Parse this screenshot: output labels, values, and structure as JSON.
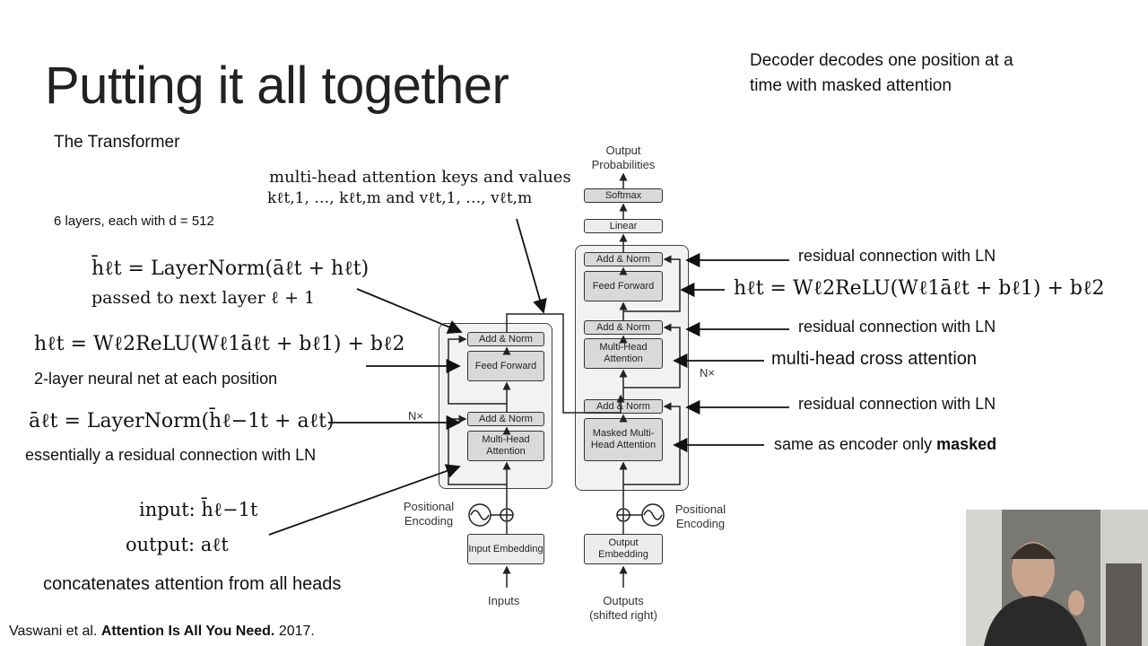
{
  "title": "Putting it all together",
  "subtitle": "The Transformer",
  "layers_note": "6 layers, each with d = 512",
  "decoder_note_line1": "Decoder decodes one position at a",
  "decoder_note_line2": "time with masked attention",
  "keys_values_label": "multi-head attention keys and values",
  "keys_values_math": "kℓt,1, …, kℓt,m and vℓt,1, …, vℓt,m",
  "eq_layernorm_out": "h̄ℓt = LayerNorm(āℓt + hℓt)",
  "eq_layernorm_out_note": "passed to next layer ℓ + 1",
  "eq_ffn_left": "hℓt = Wℓ2ReLU(Wℓ1āℓt + bℓ1) + bℓ2",
  "ffn_note": "2-layer neural net at each position",
  "eq_layernorm_attn": "āℓt = LayerNorm(h̄ℓ−1t + aℓt)",
  "residual_note_left": "essentially a residual connection with LN",
  "io_input": "input:  h̄ℓ−1t",
  "io_output": "output:  aℓt",
  "concat_note": "concatenates attention from all heads",
  "citation_prefix": "Vaswani et al. ",
  "citation_title": "Attention Is All You Need.",
  "citation_year": " 2017.",
  "right_labels": {
    "residual_1": "residual connection with LN",
    "eq_ffn_right": "hℓt = Wℓ2ReLU(Wℓ1āℓt + bℓ1) + bℓ2",
    "residual_2": "residual connection with LN",
    "cross_attention": "multi-head cross attention",
    "residual_3": "residual connection with LN",
    "masked_prefix": "same as encoder only ",
    "masked_bold": "masked"
  },
  "diagram": {
    "output_probabilities": "Output Probabilities",
    "softmax": "Softmax",
    "linear": "Linear",
    "add_norm": "Add & Norm",
    "feed_forward": "Feed Forward",
    "multi_head_attention": "Multi-Head Attention",
    "masked_multi_head_attention": "Masked Multi-Head Attention",
    "nx": "N×",
    "positional_encoding": "Positional Encoding",
    "input_embedding": "Input Embedding",
    "output_embedding": "Output Embedding",
    "inputs": "Inputs",
    "outputs": "Outputs (shifted right)"
  }
}
